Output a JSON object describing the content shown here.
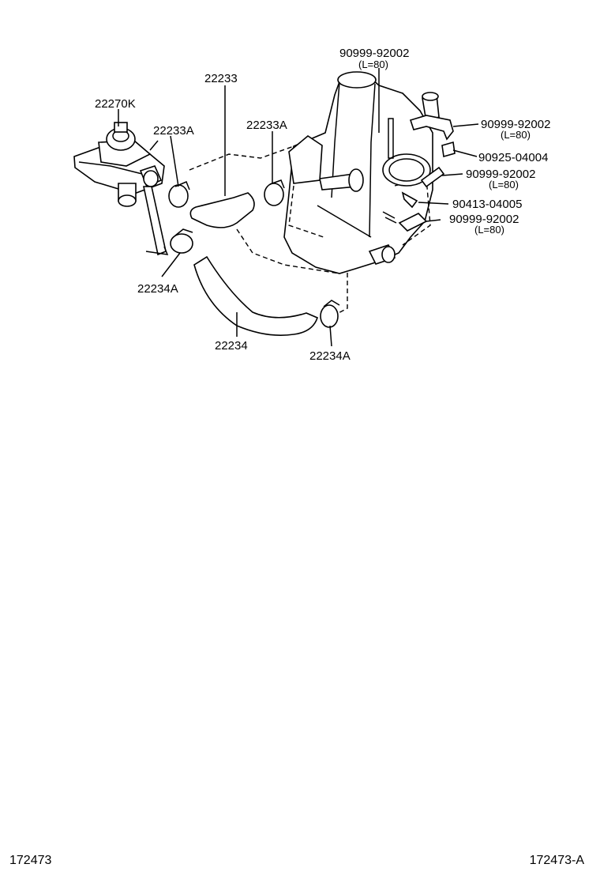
{
  "labels": {
    "p90999_92002_top": "90999-92002",
    "p90999_92002_top_len": "(L=80)",
    "p22233": "22233",
    "p22270K": "22270K",
    "p22233A_left": "22233A",
    "p22233A_mid": "22233A",
    "p90999_92002_r1": "90999-92002",
    "p90999_92002_r1_len": "(L=80)",
    "p90925_04004": "90925-04004",
    "p90999_92002_r2": "90999-92002",
    "p90999_92002_r2_len": "(L=80)",
    "p90413_04005": "90413-04005",
    "p90999_92002_r3": "90999-92002",
    "p90999_92002_r3_len": "(L=80)",
    "p22234A_left": "22234A",
    "p22234": "22234",
    "p22234A_bottom": "22234A"
  },
  "figure": {
    "number_left": "172473",
    "number_right": "172473-A"
  }
}
